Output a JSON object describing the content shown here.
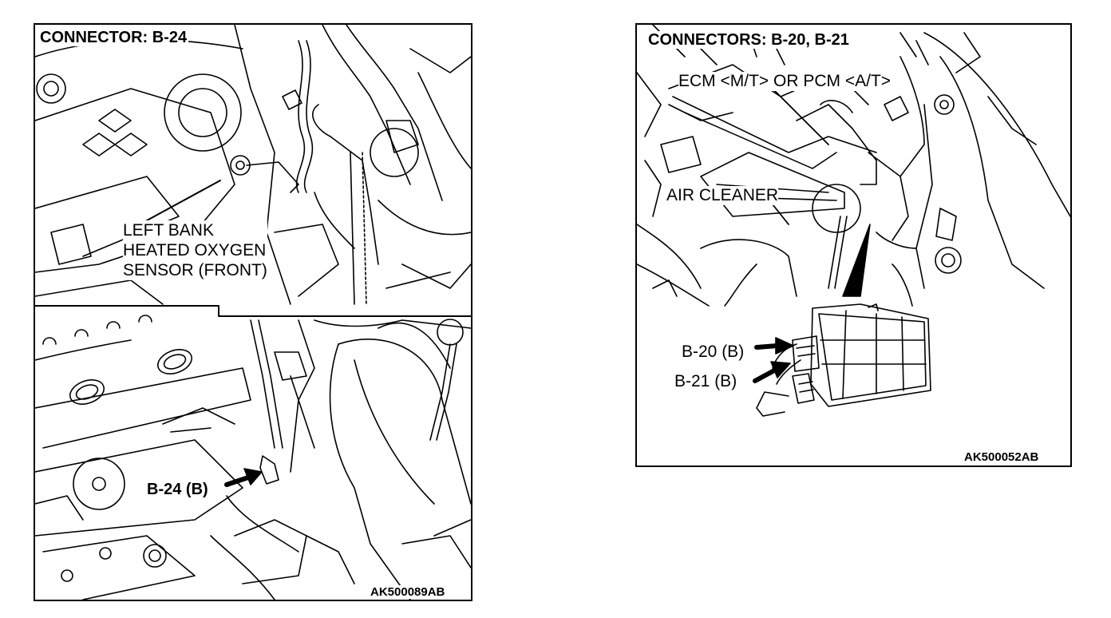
{
  "left_figure": {
    "title": "CONNECTOR: B-24",
    "sensor_label_lines": [
      "LEFT BANK",
      "HEATED OXYGEN",
      "SENSOR (FRONT)"
    ],
    "connector_callout": "B-24 (B)",
    "figure_code": "AK500089AB"
  },
  "right_figure": {
    "title": "CONNECTORS: B-20, B-21",
    "module_label": "ECM <M/T> OR PCM <A/T>",
    "air_cleaner_label": "AIR CLEANER",
    "connector_callouts": [
      "B-20 (B)",
      "B-21 (B)"
    ],
    "figure_code": "AK500052AB"
  },
  "colors": {
    "line": "#000000",
    "background": "#ffffff"
  }
}
